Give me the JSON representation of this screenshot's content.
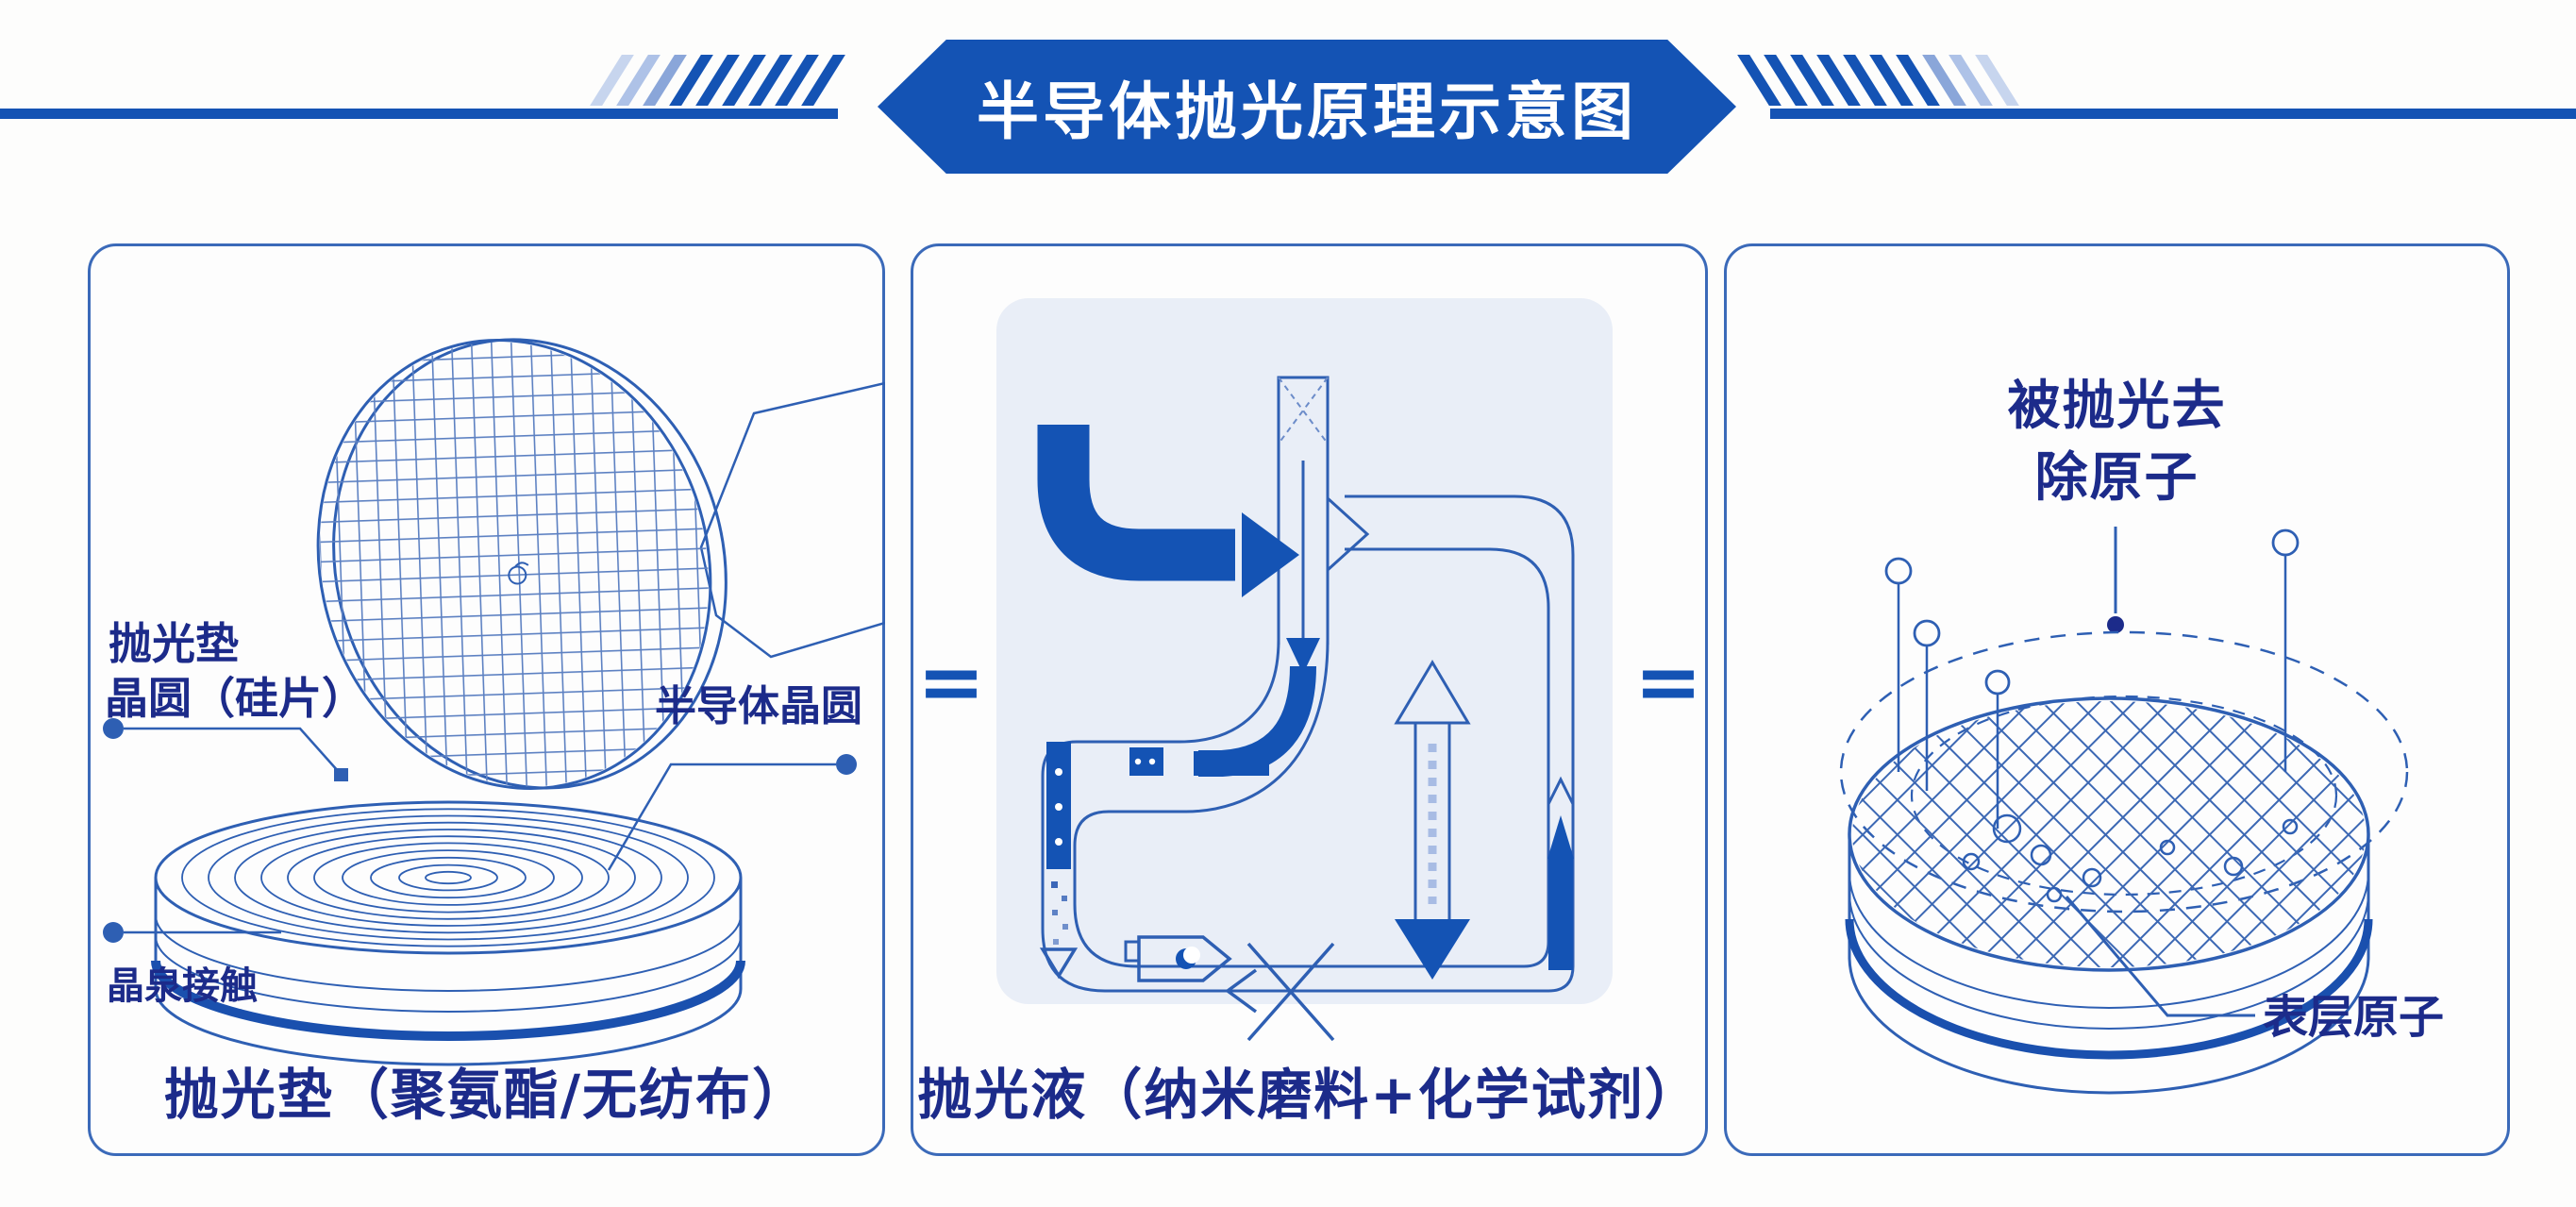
{
  "colors": {
    "primary": "#1453b4",
    "line": "#2e5fb3",
    "navy": "#1c2b8a",
    "grid": "#5d81c2",
    "panel_border": "#3b6ab9",
    "inner_box": "#e9eef7"
  },
  "header": {
    "title": "半导体抛光原理示意图"
  },
  "pad_panel": {
    "label_pad": "抛光垫",
    "label_wafer": "晶圆（硅片）",
    "label_semi_wafer": "半导体晶圆",
    "label_contact": "晶泉接触",
    "caption": "抛光垫（聚氨酯/无纺布）"
  },
  "slurry_panel": {
    "equals": "=",
    "caption": "抛光液（纳米磨料+化学试剂）"
  },
  "atoms_panel": {
    "removed_line1": "被抛光去",
    "removed_line2": "除原子",
    "label_surface": "表层原子"
  }
}
